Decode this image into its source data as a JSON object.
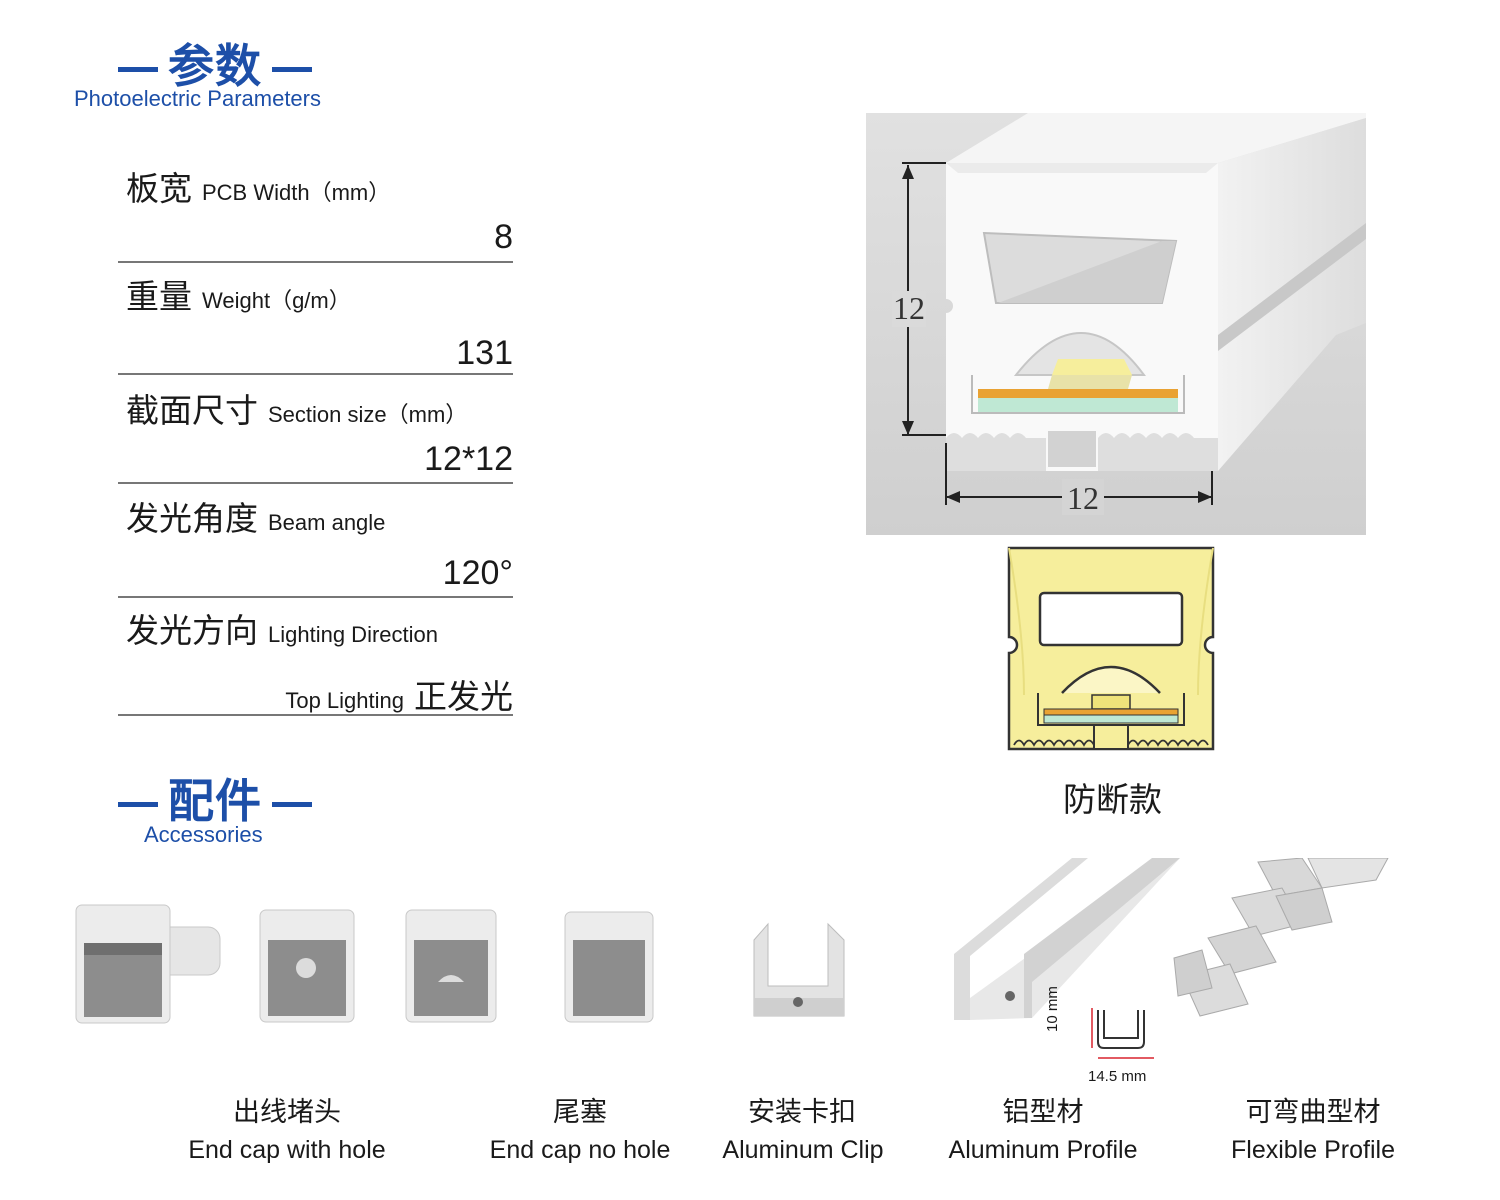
{
  "sections": {
    "params": {
      "title": "参数",
      "subtitle": "Photoelectric Parameters"
    },
    "accessories": {
      "title": "配件",
      "subtitle": "Accessories"
    }
  },
  "params": [
    {
      "label_zh": "板宽",
      "label_en": "PCB Width（mm）",
      "value": "8"
    },
    {
      "label_zh": "重量",
      "label_en": "Weight（g/m）",
      "value": "131"
    },
    {
      "label_zh": "截面尺寸",
      "label_en": "Section size（mm）",
      "value": "12*12"
    },
    {
      "label_zh": "发光角度",
      "label_en": "Beam angle",
      "value": "120°"
    },
    {
      "label_zh": "发光方向",
      "label_en": "Lighting Direction",
      "value_en": "Top Lighting",
      "value_zh": "正发光"
    }
  ],
  "diagram": {
    "height_label": "12",
    "width_label": "12",
    "caption": "防断款"
  },
  "profile_dims": {
    "height": "10 mm",
    "width": "14.5 mm"
  },
  "accessories": [
    {
      "zh": "出线堵头",
      "en": "End cap with hole"
    },
    {
      "zh": "尾塞",
      "en": "End cap no hole"
    },
    {
      "zh": "安装卡扣",
      "en": "Aluminum Clip"
    },
    {
      "zh": "铝型材",
      "en": "Aluminum Profile"
    },
    {
      "zh": "可弯曲型材",
      "en": "Flexible Profile"
    }
  ],
  "colors": {
    "brand_blue": "#1d4fa8",
    "led_yellow": "#f6ee9c",
    "pcb_green": "#bfe8d4",
    "pcb_orange": "#e9a233"
  }
}
